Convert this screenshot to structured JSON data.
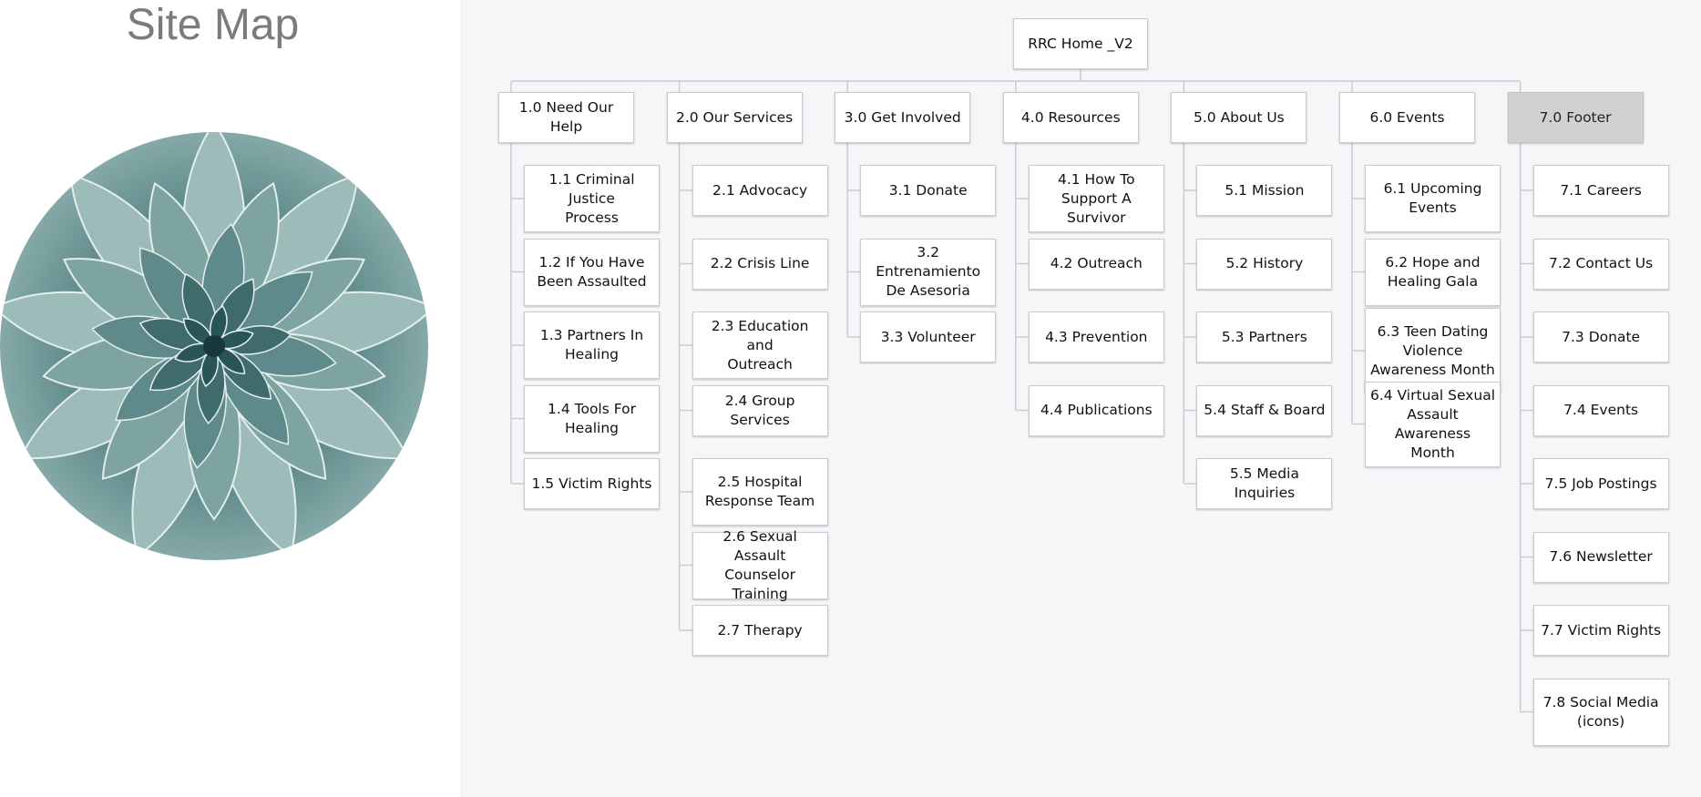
{
  "page": {
    "title": "Site Map"
  },
  "hero_image": {
    "icon": "agave-succulent-image",
    "colors": {
      "light": "#a9c4c1",
      "mid": "#6f9796",
      "dark": "#1f4a4e"
    }
  },
  "colors": {
    "canvas": "#f5f6f8",
    "line": "#c9ccd1",
    "node_border": "#c9ccd1",
    "footer_fill": "#d1d1d1"
  },
  "sitemap": {
    "root": {
      "label": "RRC Home _V2"
    },
    "sections": [
      {
        "label": "1.0 Need Our Help",
        "children": [
          "1.1 Criminal Justice\nProcess",
          "1.2 If You Have\nBeen Assaulted",
          "1.3 Partners In\nHealing",
          "1.4 Tools For\nHealing",
          "1.5 Victim Rights"
        ]
      },
      {
        "label": "2.0 Our Services",
        "children": [
          "2.1 Advocacy",
          "2.2 Crisis Line",
          "2.3 Education and\nOutreach",
          "2.4 Group Services",
          "2.5 Hospital\nResponse Team",
          "2.6 Sexual Assault\nCounselor Training",
          "2.7 Therapy"
        ]
      },
      {
        "label": "3.0 Get Involved",
        "children": [
          "3.1 Donate",
          "3.2 Entrenamiento\nDe Asesoria",
          "3.3 Volunteer"
        ]
      },
      {
        "label": "4.0 Resources",
        "children": [
          "4.1 How To\nSupport A Survivor",
          "4.2 Outreach",
          "4.3 Prevention",
          "4.4 Publications"
        ]
      },
      {
        "label": "5.0 About Us",
        "children": [
          "5.1 Mission",
          "5.2 History",
          "5.3 Partners",
          "5.4 Staff & Board",
          "5.5 Media Inquiries"
        ]
      },
      {
        "label": "6.0 Events",
        "children": [
          "6.1 Upcoming\nEvents",
          "6.2 Hope and\nHealing Gala",
          "6.3 Teen Dating\nViolence\nAwareness Month",
          "6.4 Virtual Sexual\nAssault Awareness\nMonth"
        ]
      },
      {
        "label": "7.0 Footer",
        "highlight": true,
        "children": [
          "7.1 Careers",
          "7.2 Contact Us",
          "7.3 Donate",
          "7.4 Events",
          "7.5 Job Postings",
          "7.6 Newsletter",
          "7.7 Victim Rights",
          "7.8 Social Media\n(icons)"
        ]
      }
    ]
  }
}
